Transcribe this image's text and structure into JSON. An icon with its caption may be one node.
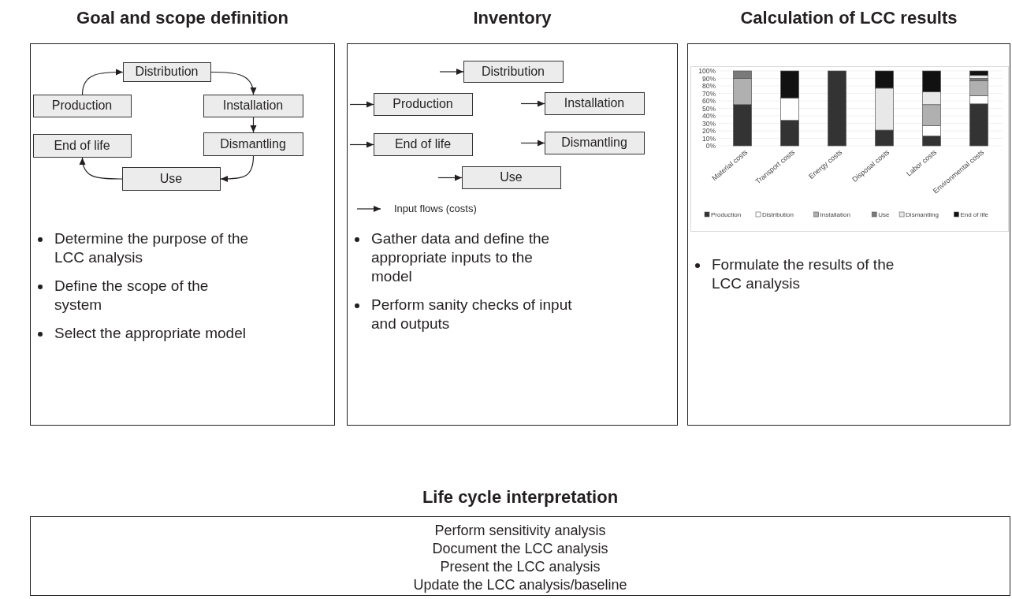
{
  "diagram": {
    "nodes": [
      {
        "text": [
          "Goal and scope definition",
          "Determine the purpose of the LCC analysis",
          "Define the scope of the system",
          "Select the appropriate model"
        ]
      },
      {
        "text": [
          "Distribution"
        ],
        "in": 0
      },
      {
        "text": [
          "Production"
        ],
        "in": 0
      },
      {
        "text": [
          "Installation"
        ],
        "in": 0
      },
      {
        "text": [
          "Dismantling"
        ],
        "in": 0
      },
      {
        "text": [
          "End of life"
        ],
        "in": 0
      },
      {
        "text": [
          "Use"
        ],
        "in": 0
      },
      {
        "text": [
          "Inventory",
          "Gather data and define the appropriate inputs to the model",
          "Perform sanity checks of input and outputs"
        ]
      },
      {
        "text": [
          "Distribution"
        ],
        "in": 7
      },
      {
        "text": [
          "Production"
        ],
        "in": 7
      },
      {
        "text": [
          "Installation"
        ],
        "in": 7
      },
      {
        "text": [
          "End of life"
        ],
        "in": 7
      },
      {
        "text": [
          "Dismantling"
        ],
        "in": 7
      },
      {
        "text": [
          "Use"
        ],
        "in": 7
      },
      {
        "text": [
          "Calculation of LCC results",
          "Formulate the results of the LCC analysis"
        ]
      },
      {
        "text": [
          "Life cycle interpretation",
          "Perform sensitivity analysis",
          "Document the LCC analysis",
          "Present the LCC analysis",
          "Update the LCC analysis/baseline"
        ]
      }
    ],
    "edges": [
      {
        "from": 2,
        "to": 1,
        "arrow": "to"
      },
      {
        "from": 1,
        "to": 3,
        "arrow": "to"
      },
      {
        "from": 3,
        "to": 4,
        "arrow": "to"
      },
      {
        "from": 4,
        "to": 6,
        "arrow": "to"
      },
      {
        "from": 6,
        "to": 5,
        "arrow": "to"
      },
      {
        "from": null,
        "to": 8,
        "arrow": "to"
      },
      {
        "from": null,
        "to": 9,
        "arrow": "to"
      },
      {
        "from": null,
        "to": 10,
        "arrow": "to"
      },
      {
        "from": null,
        "to": 11,
        "arrow": "to"
      },
      {
        "from": null,
        "to": 12,
        "arrow": "to"
      },
      {
        "from": null,
        "to": 13,
        "arrow": "to"
      }
    ],
    "legend": [
      {
        "text": "Input flows (costs)"
      }
    ],
    "chart_data": {
      "type": "bar",
      "stacked": true,
      "orientation": "vertical",
      "grid": true,
      "legend": "bottom",
      "categories": [
        "Material costs",
        "Transport costs",
        "Energy costs",
        "Disposal costs",
        "Labor costs",
        "Environmental costs"
      ],
      "series": [
        {
          "name": "Production",
          "color": "#333333",
          "values": [
            55,
            34,
            100,
            21,
            13,
            56
          ]
        },
        {
          "name": "Distribution",
          "color": "#ffffff",
          "values": [
            0,
            30,
            0,
            0,
            14,
            11
          ]
        },
        {
          "name": "Installation",
          "color": "#b0b0b0",
          "values": [
            35,
            0,
            0,
            0,
            28,
            20
          ]
        },
        {
          "name": "Use",
          "color": "#7a7a7a",
          "values": [
            10,
            0,
            0,
            0,
            0,
            3
          ]
        },
        {
          "name": "Dismantling",
          "color": "#e8e8e8",
          "values": [
            0,
            0,
            0,
            56,
            17,
            4
          ]
        },
        {
          "name": "End of life",
          "color": "#111111",
          "values": [
            0,
            36,
            0,
            23,
            28,
            6
          ]
        }
      ],
      "ylim": [
        0,
        100
      ],
      "yticks": [
        {
          "value": 0,
          "label": "0%"
        },
        {
          "value": 10,
          "label": "10%"
        },
        {
          "value": 20,
          "label": "20%"
        },
        {
          "value": 30,
          "label": "30%"
        },
        {
          "value": 40,
          "label": "40%"
        },
        {
          "value": 50,
          "label": "50%"
        },
        {
          "value": 60,
          "label": "60%"
        },
        {
          "value": 70,
          "label": "70%"
        },
        {
          "value": 80,
          "label": "80%"
        },
        {
          "value": 90,
          "label": "90%"
        },
        {
          "value": 100,
          "label": "100%"
        }
      ]
    }
  }
}
